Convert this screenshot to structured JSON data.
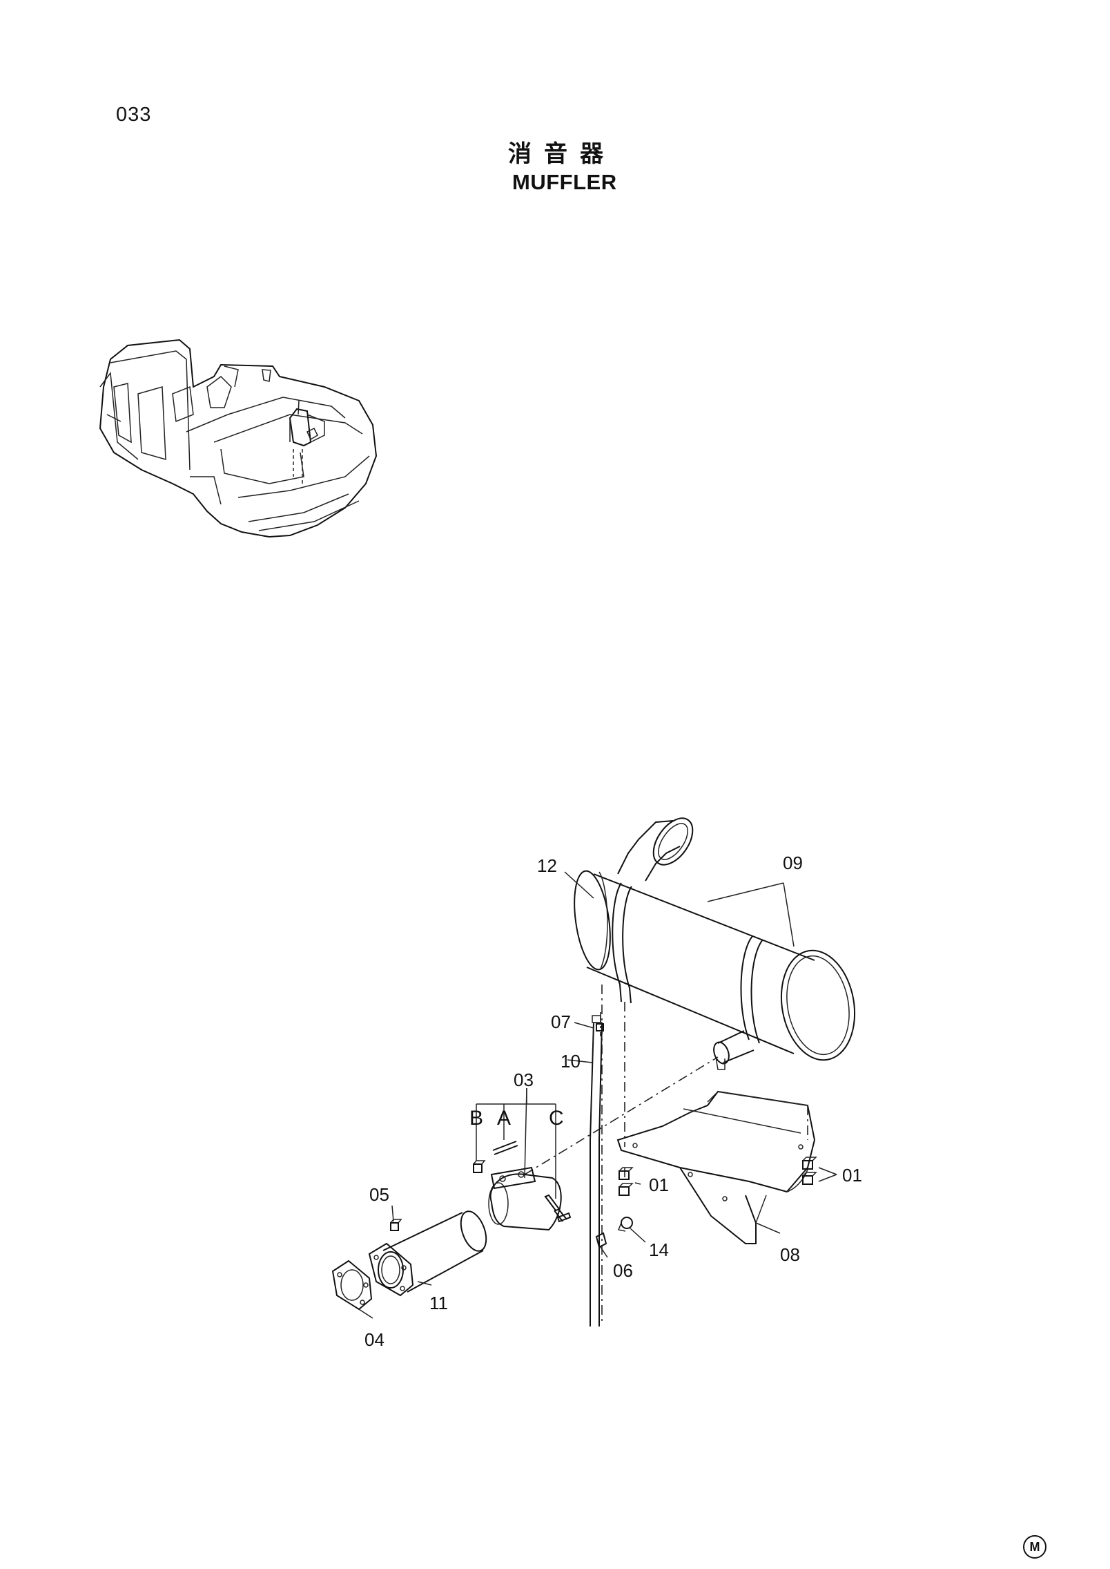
{
  "page": {
    "number": "033",
    "title_jp": "消音器",
    "title_en": "MUFFLER",
    "mark": "M"
  },
  "callouts": {
    "c12": "12",
    "c09": "09",
    "c07": "07",
    "c10": "10",
    "c03": "03",
    "cB": "B",
    "cA": "A",
    "cC": "C",
    "c01a": "01",
    "c01b": "01",
    "c05": "05",
    "c14": "14",
    "c06": "06",
    "c08": "08",
    "c11": "11",
    "c04": "04"
  },
  "icons": {
    "locator": "excavator-locator-icon",
    "brand_mark": "circled-m-icon"
  }
}
